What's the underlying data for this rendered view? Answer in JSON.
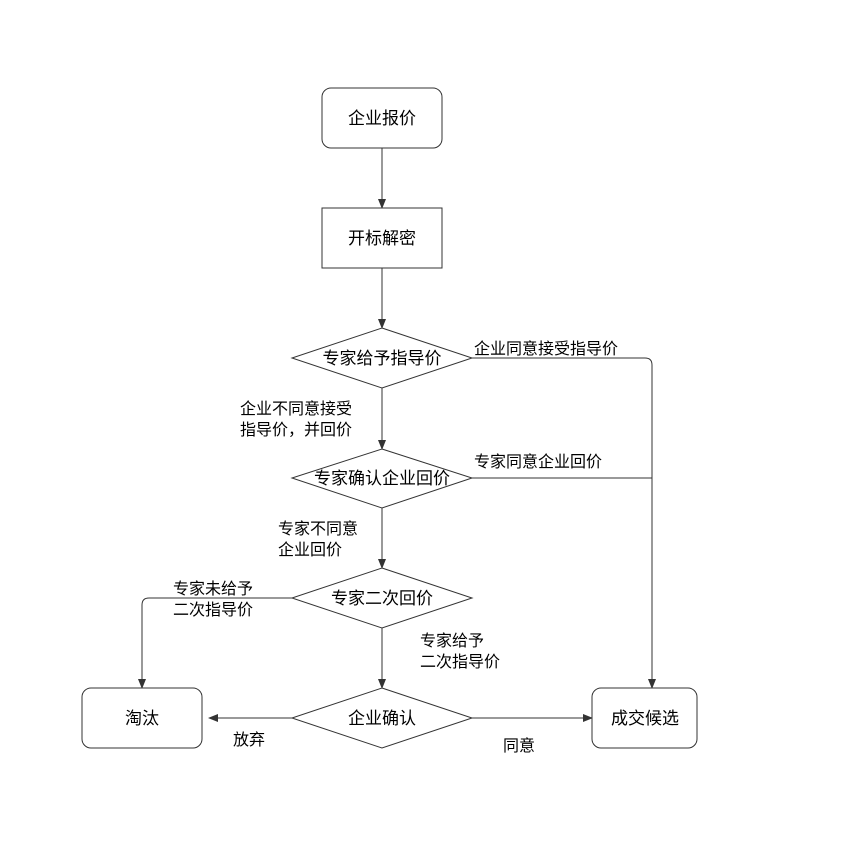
{
  "diagram": {
    "type": "flowchart",
    "colors": {
      "stroke": "#333333",
      "text": "#000000",
      "background": "#ffffff"
    },
    "nodes": {
      "quote": {
        "shape": "rounded-rect",
        "label": "企业报价"
      },
      "unseal": {
        "shape": "rect",
        "label": "开标解密"
      },
      "expert_guide": {
        "shape": "diamond",
        "label": "专家给予指导价"
      },
      "expert_confirm": {
        "shape": "diamond",
        "label": "专家确认企业回价"
      },
      "expert_second": {
        "shape": "diamond",
        "label": "专家二次回价"
      },
      "company_confirm": {
        "shape": "diamond",
        "label": "企业确认"
      },
      "eliminate": {
        "shape": "rounded-rect",
        "label": "淘汰"
      },
      "candidate": {
        "shape": "rounded-rect",
        "label": "成交候选"
      }
    },
    "edge_labels": {
      "accept_guide": "企业同意接受指导价",
      "reject_guide_line1": "企业不同意接受",
      "reject_guide_line2": "指导价，并回价",
      "agree_counter": "专家同意企业回价",
      "disagree_counter_line1": "专家不同意",
      "disagree_counter_line2": "企业回价",
      "no_second_line1": "专家未给予",
      "no_second_line2": "二次指导价",
      "give_second_line1": "专家给予",
      "give_second_line2": "二次指导价",
      "give_up": "放弃",
      "agree": "同意"
    }
  }
}
